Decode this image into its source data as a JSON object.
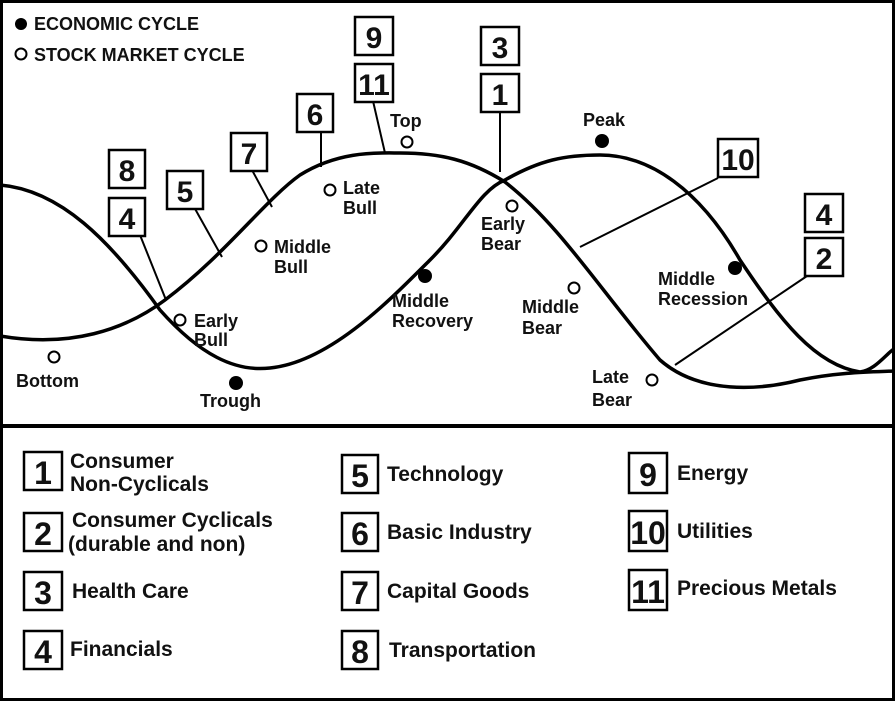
{
  "legend": {
    "economic": "ECONOMIC CYCLE",
    "stock": "STOCK MARKET CYCLE"
  },
  "stages": {
    "bottom": "Bottom",
    "early_bull_1": "Early",
    "early_bull_2": "Bull",
    "middle_bull_1": "Middle",
    "middle_bull_2": "Bull",
    "late_bull_1": "Late",
    "late_bull_2": "Bull",
    "top": "Top",
    "early_bear_1": "Early",
    "early_bear_2": "Bear",
    "middle_bear_1": "Middle",
    "middle_bear_2": "Bear",
    "late_bear_1": "Late",
    "late_bear_2": "Bear",
    "trough": "Trough",
    "middle_recovery_1": "Middle",
    "middle_recovery_2": "Recovery",
    "peak": "Peak",
    "middle_recession_1": "Middle",
    "middle_recession_2": "Recession"
  },
  "callouts": {
    "b8": "8",
    "b4a": "4",
    "b5": "5",
    "b7": "7",
    "b6": "6",
    "b9": "9",
    "b11": "11",
    "b3": "3",
    "b1": "1",
    "b10": "10",
    "b4b": "4",
    "b2": "2"
  },
  "key": [
    {
      "num": "1",
      "line1": "Consumer",
      "line2": "Non-Cyclicals"
    },
    {
      "num": "2",
      "line1": "Consumer Cyclicals",
      "line2": "(durable and non)"
    },
    {
      "num": "3",
      "line1": "Health Care",
      "line2": ""
    },
    {
      "num": "4",
      "line1": "Financials",
      "line2": ""
    },
    {
      "num": "5",
      "line1": "Technology",
      "line2": ""
    },
    {
      "num": "6",
      "line1": "Basic Industry",
      "line2": ""
    },
    {
      "num": "7",
      "line1": "Capital Goods",
      "line2": ""
    },
    {
      "num": "8",
      "line1": "Transportation",
      "line2": ""
    },
    {
      "num": "9",
      "line1": "Energy",
      "line2": ""
    },
    {
      "num": "10",
      "line1": "Utilities",
      "line2": ""
    },
    {
      "num": "11",
      "line1": "Precious Metals",
      "line2": ""
    }
  ]
}
